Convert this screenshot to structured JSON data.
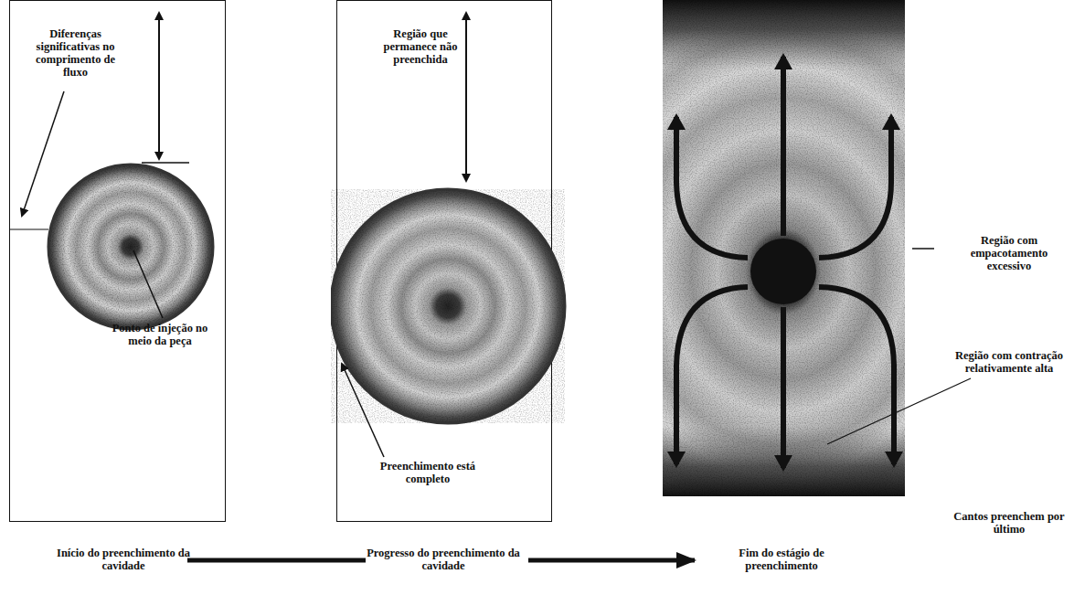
{
  "diagram": {
    "labels": [
      "Diferenças significativas no comprimento de fluxo",
      "Ponto de injeção no meio da peça",
      "Região que permanece não preenchida",
      "Preenchimento está completo",
      "Região com empacotamento excessivo",
      "Região com contração relativamente alta",
      "Cantos preenchem por último",
      "Início do preenchimento da cavidade",
      "Progresso do preenchimento da cavidade",
      "Fim do estágio de preenchimento"
    ]
  }
}
